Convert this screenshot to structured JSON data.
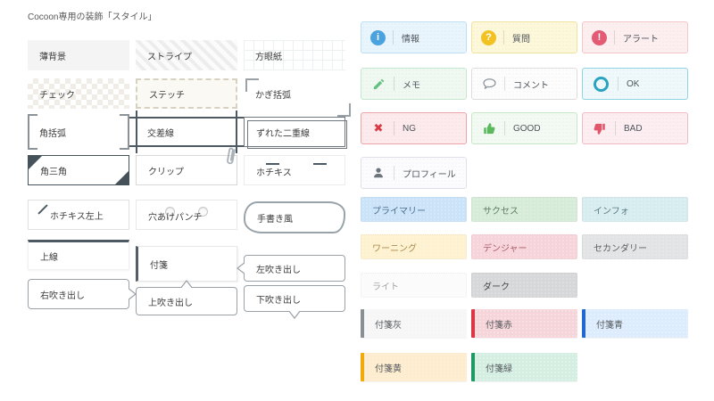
{
  "page": {
    "title": "Cocoon専用の装飾「スタイル」"
  },
  "left_styles": {
    "items": [
      {
        "label": "薄背景"
      },
      {
        "label": "ストライプ"
      },
      {
        "label": "方眼紙"
      },
      {
        "label": "チェック"
      },
      {
        "label": "ステッチ"
      },
      {
        "label": "かぎ括弧"
      },
      {
        "label": "角括弧"
      },
      {
        "label": "交差線"
      },
      {
        "label": "ずれた二重線"
      },
      {
        "label": "角三角"
      },
      {
        "label": "クリップ"
      },
      {
        "label": "ホチキス"
      },
      {
        "label": "ホチキス左上"
      },
      {
        "label": "穴あけパンチ"
      },
      {
        "label": "手書き風"
      },
      {
        "label": "上線"
      },
      {
        "label": "付箋"
      },
      {
        "label": "左吹き出し"
      },
      {
        "label": "右吹き出し"
      },
      {
        "label": "上吹き出し"
      },
      {
        "label": "下吹き出し"
      }
    ]
  },
  "message_boxes": {
    "items": [
      {
        "label": "情報",
        "icon": "info-circle-icon",
        "glyph": "i",
        "accent": "#4aa3df",
        "bg": "#e9f5fc",
        "border": "#bfe0f2"
      },
      {
        "label": "質問",
        "icon": "question-circle-icon",
        "glyph": "?",
        "accent": "#f2c223",
        "bg": "#fdf8da",
        "border": "#efe3a2"
      },
      {
        "label": "アラート",
        "icon": "alert-circle-icon",
        "glyph": "!",
        "accent": "#e25a74",
        "bg": "#fdeef0",
        "border": "#f3c6cc"
      },
      {
        "label": "メモ",
        "icon": "pencil-icon",
        "accent": "#62c181",
        "bg": "#eff8f1",
        "border": "#c6e6cf"
      },
      {
        "label": "コメント",
        "icon": "comment-bubble-icon",
        "accent": "#8a9299",
        "bg": "#fdfdfd",
        "border": "#dddddd"
      },
      {
        "label": "OK",
        "icon": "ok-circle-icon",
        "accent": "#2aa3c0",
        "bg": "#eff9fc",
        "border": "#8ed4e2"
      },
      {
        "label": "NG",
        "icon": "cross-icon",
        "glyph": "✖",
        "accent": "#d93a45",
        "bg": "#fdeaec",
        "border": "#eba3a9"
      },
      {
        "label": "GOOD",
        "icon": "thumbs-up-icon",
        "accent": "#5cb85c",
        "bg": "#f3faf3",
        "border": "#c6e6c6"
      },
      {
        "label": "BAD",
        "icon": "thumbs-down-icon",
        "accent": "#e0566b",
        "bg": "#fdeff1",
        "border": "#f2bac2"
      },
      {
        "label": "プロフィール",
        "icon": "person-icon",
        "accent": "#6d757c",
        "bg": "#fcfcfe",
        "border": "#e0e0ea"
      }
    ]
  },
  "badges": {
    "items": [
      {
        "label": "プライマリー",
        "bg": "#cbe3f9",
        "text": "#4c6d8c"
      },
      {
        "label": "サクセス",
        "bg": "#d6ebd8",
        "text": "#5d7d61"
      },
      {
        "label": "インフォ",
        "bg": "#d7ecef",
        "text": "#567a7f"
      },
      {
        "label": "ワーニング",
        "bg": "#fdf1cf",
        "text": "#ad8a4d"
      },
      {
        "label": "デンジャー",
        "bg": "#f6d4da",
        "text": "#a85c67"
      },
      {
        "label": "セカンダリー",
        "bg": "#e2e3e5",
        "text": "#5b5f63"
      },
      {
        "label": "ライト",
        "bg": "#fbfbfb",
        "text": "#a5a5a5"
      },
      {
        "label": "ダーク",
        "bg": "#d5d7d8",
        "text": "#46494c"
      }
    ]
  },
  "sticky_notes": {
    "items": [
      {
        "label": "付箋灰",
        "edge": "#8a8f94",
        "bg": "#f6f6f6"
      },
      {
        "label": "付箋赤",
        "edge": "#dc3545",
        "bg": "#f6d5da"
      },
      {
        "label": "付箋青",
        "edge": "#2268d1",
        "bg": "#dcecfd"
      },
      {
        "label": "付箋黄",
        "edge": "#f2a90a",
        "bg": "#fdeccd"
      },
      {
        "label": "付箋緑",
        "edge": "#1d9a63",
        "bg": "#d4efe2"
      }
    ]
  }
}
